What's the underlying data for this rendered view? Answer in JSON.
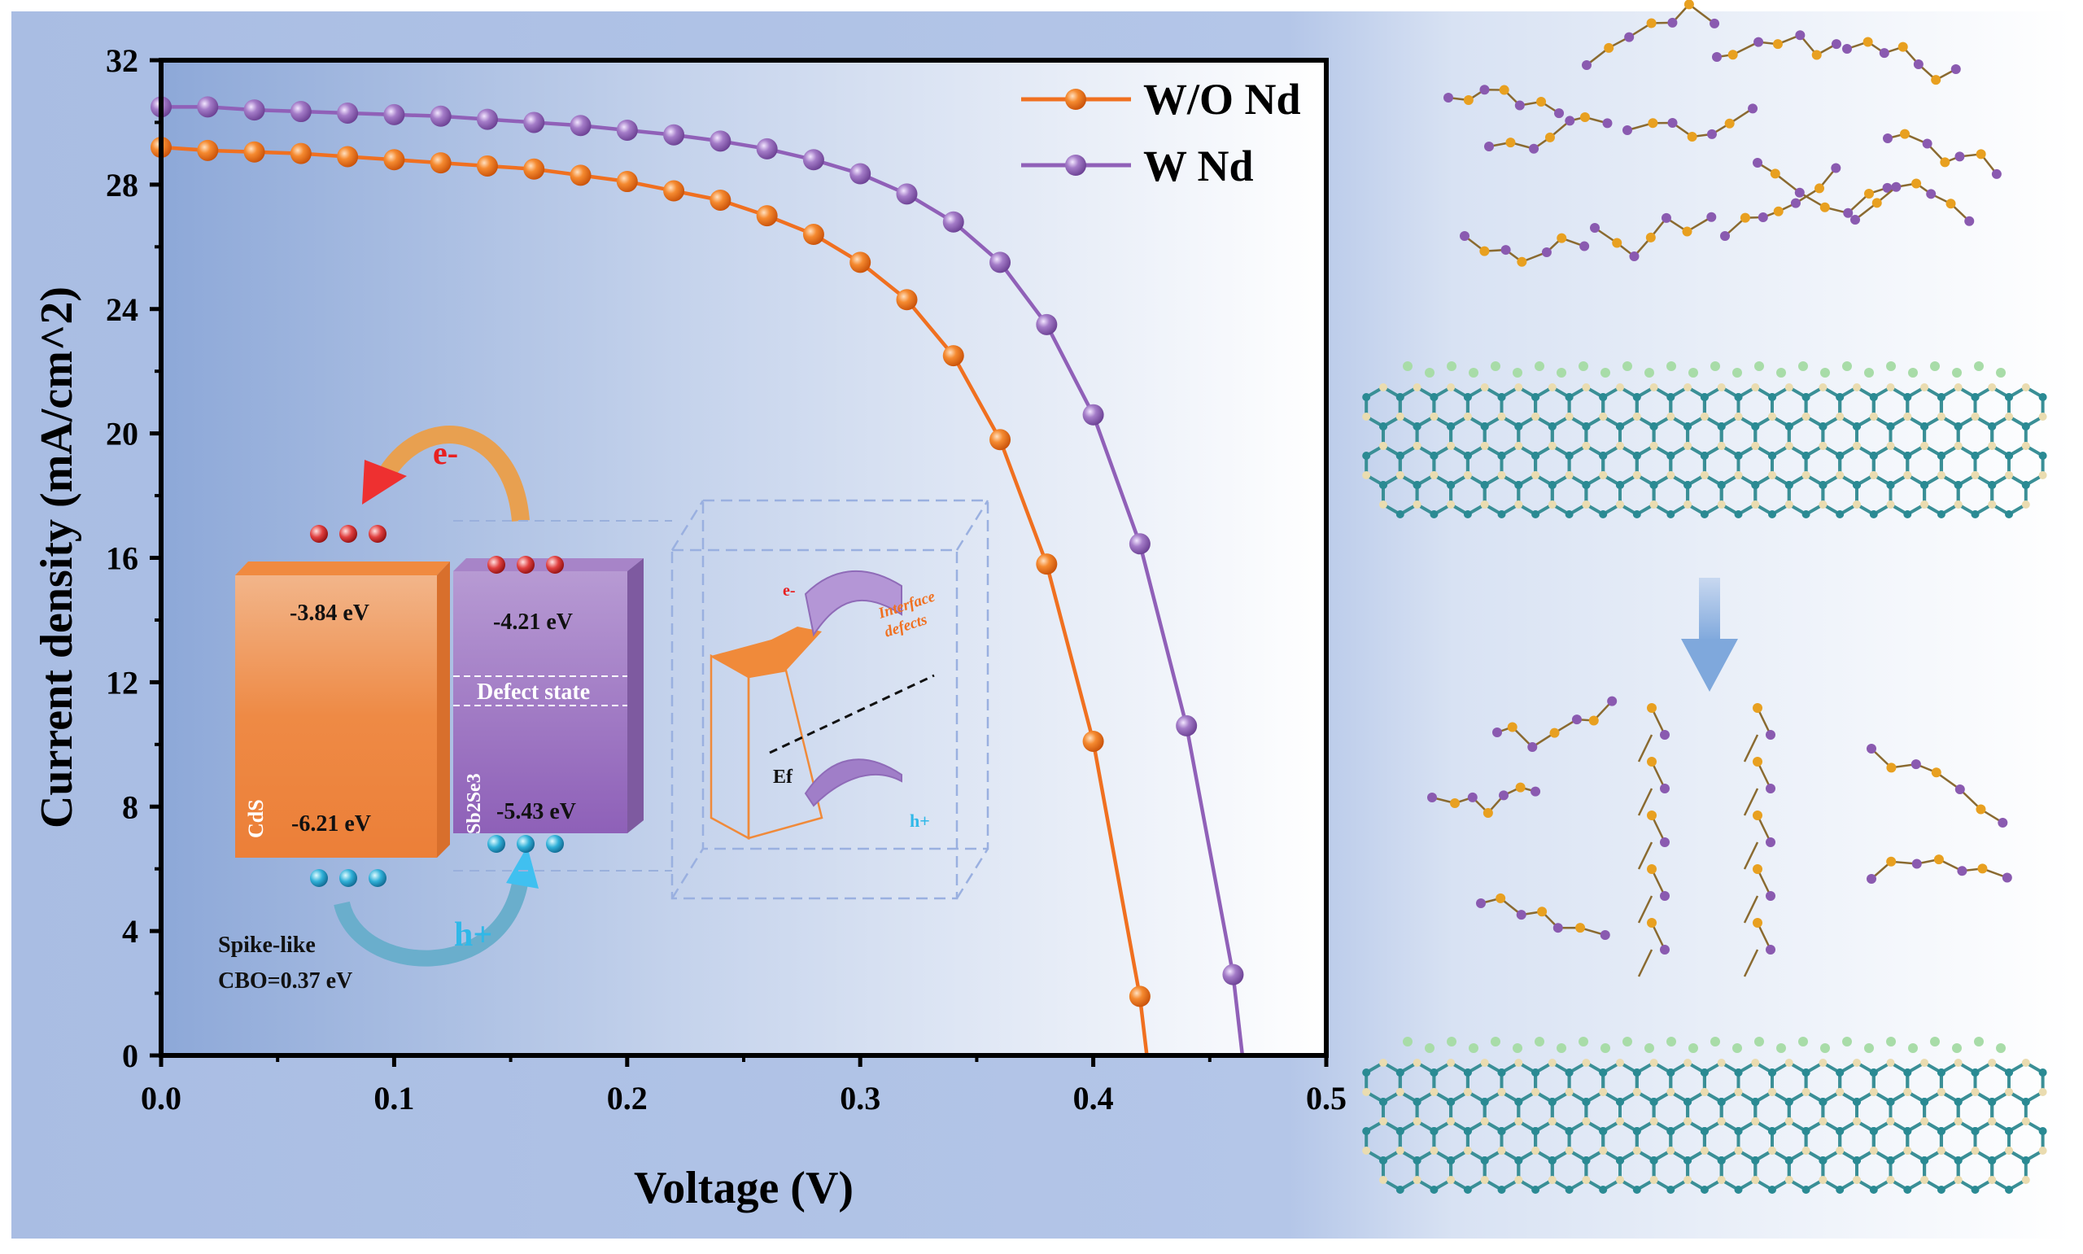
{
  "colors": {
    "wo_nd": "#f07020",
    "w_nd": "#9060b8",
    "axis": "#000000"
  },
  "chart_data": {
    "type": "line",
    "xlabel": "Voltage (V)",
    "ylabel": "Current density (mA/cm^2)",
    "xlim": [
      0,
      0.5
    ],
    "ylim": [
      0,
      32
    ],
    "xticks": [
      "0.0",
      "0.1",
      "0.2",
      "0.3",
      "0.4",
      "0.5"
    ],
    "yticks": [
      "0",
      "4",
      "8",
      "12",
      "16",
      "20",
      "24",
      "28",
      "32"
    ],
    "legend_position": "top-right",
    "series": [
      {
        "name": "W/O Nd",
        "voc": 0.423,
        "x": [
          0,
          0.02,
          0.04,
          0.06,
          0.08,
          0.1,
          0.12,
          0.14,
          0.16,
          0.18,
          0.2,
          0.22,
          0.24,
          0.26,
          0.28,
          0.3,
          0.32,
          0.34,
          0.36,
          0.38,
          0.4,
          0.42
        ],
        "y": [
          29.2,
          29.1,
          29.05,
          29.0,
          28.9,
          28.8,
          28.7,
          28.6,
          28.5,
          28.3,
          28.1,
          27.8,
          27.5,
          27.0,
          26.4,
          25.5,
          24.3,
          22.5,
          19.8,
          15.8,
          10.1,
          1.9
        ]
      },
      {
        "name": "W Nd",
        "voc": 0.464,
        "x": [
          0,
          0.02,
          0.04,
          0.06,
          0.08,
          0.1,
          0.12,
          0.14,
          0.16,
          0.18,
          0.2,
          0.22,
          0.24,
          0.26,
          0.28,
          0.3,
          0.32,
          0.34,
          0.36,
          0.38,
          0.4,
          0.42,
          0.44,
          0.46
        ],
        "y": [
          30.5,
          30.5,
          30.4,
          30.35,
          30.3,
          30.25,
          30.2,
          30.1,
          30.0,
          29.9,
          29.75,
          29.6,
          29.4,
          29.15,
          28.8,
          28.35,
          27.7,
          26.8,
          25.5,
          23.5,
          20.6,
          16.45,
          10.6,
          2.6
        ]
      }
    ]
  },
  "inset": {
    "electron": "e-",
    "hole": "h+",
    "cds_label": "CdS",
    "sb2se3_label": "Sb2Se3",
    "cds_cb": "-3.84 eV",
    "cds_vb": "-6.21 eV",
    "sb_cb": "-4.21 eV",
    "sb_vb": "-5.43 eV",
    "defect_state": "Defect state",
    "spike": "Spike-like",
    "cbo": "CBO=0.37 eV",
    "interface_defects_1": "Interface",
    "interface_defects_2": "defects",
    "fermi": "Ef",
    "electron_small": "e-",
    "hole_small": "h+"
  }
}
